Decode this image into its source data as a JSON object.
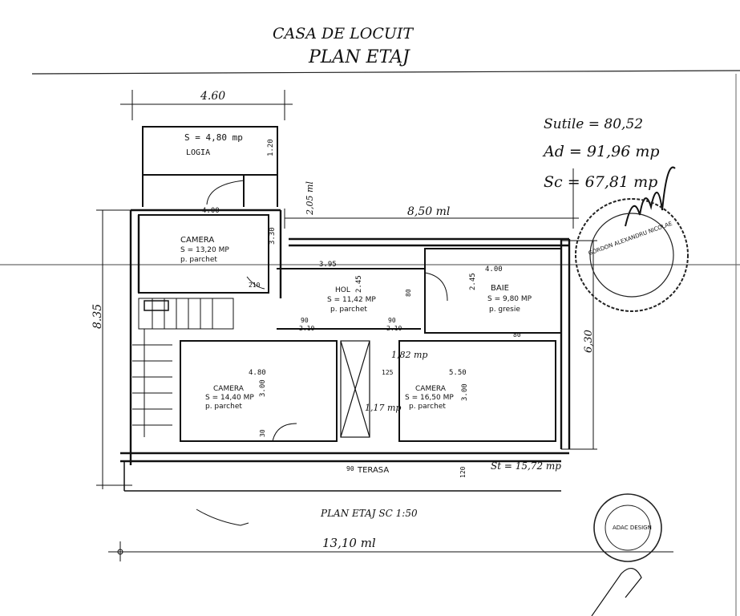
{
  "header": {
    "line1": "CASA DE LOCUIT",
    "line2": "PLAN ETAJ"
  },
  "dimensions": {
    "top_width": "4.60",
    "overall_height": "8.35",
    "overall_width": "13,10 ml",
    "mid_width": "8,50 ml",
    "right_height": "6,30",
    "logia_offset": "2,05 ml",
    "camera1_width": "4.00",
    "camera1_depth": "3.30",
    "hol_width": "3.95",
    "baie_width": "4.00",
    "baie_depth": "2.45",
    "camera2_width": "4.80",
    "camera2_depth": "3.00",
    "camera3_width": "5.50",
    "camera3_depth": "3.00",
    "hol_door_1": "2.10",
    "hol_door_2": "2.10",
    "hol_depth": "2.45",
    "logia_side": "1.20",
    "door_30": "30",
    "door_90a": "90",
    "door_90b": "90",
    "door_125": "125",
    "door_210": "210",
    "door_80": "80",
    "bath_door": "80",
    "terasa_mark": "90",
    "bottom_mark": "120"
  },
  "rooms": {
    "logia": {
      "area": "S = 4,80 mp",
      "name": "LOGIA"
    },
    "camera1": {
      "name": "CAMERA",
      "area": "S = 13,20 MP",
      "floor": "p. parchet"
    },
    "hol": {
      "name": "HOL",
      "area": "S = 11,42 MP",
      "floor": "p. parchet"
    },
    "baie": {
      "name": "BAIE",
      "area": "S = 9,80 MP",
      "floor": "p. gresie"
    },
    "camera2": {
      "name": "CAMERA",
      "area": "S = 14,40 MP",
      "floor": "p. parchet"
    },
    "camera3": {
      "name": "CAMERA",
      "area": "S = 16,50 MP",
      "floor": "p. parchet"
    },
    "terasa": {
      "name": "TERASA",
      "area": "St = 15,72 mp"
    },
    "stair_1": "1,82 mp",
    "stair_2": "1,17 mp"
  },
  "summary": {
    "s_utile": "Sutile = 80,52",
    "ad": "Ad = 91,96 mp",
    "sc": "Sc = 67,81 mp"
  },
  "caption": "PLAN ETAJ  SC 1:50",
  "stamps": {
    "left_text": "GORDON ALEXANDRU NICOLAE",
    "right_text": "ADAC DESIGN"
  }
}
